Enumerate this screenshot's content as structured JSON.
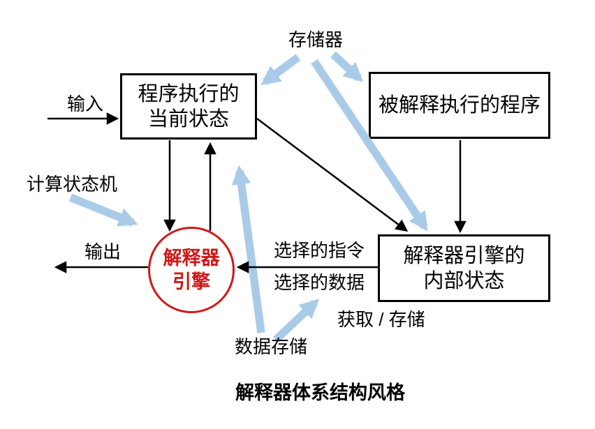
{
  "diagram": {
    "title": "解释器体系结构风格",
    "colors": {
      "engine_red": "#d01818",
      "arrow_blue": "#a9cbe8",
      "line_black": "#000000"
    },
    "nodes": {
      "current_state": {
        "label": "程序执行的\n当前状态"
      },
      "interpreted_program": {
        "label": "被解释执行的程序"
      },
      "internal_state": {
        "label": "解释器引擎的\n内部状态"
      },
      "engine": {
        "label": "解释器\n引擎"
      }
    },
    "labels": {
      "memory": "存储器",
      "input": "输入",
      "output": "输出",
      "state_machine": "计算状态机",
      "selected_instruction": "选择的指令",
      "selected_data": "选择的数据",
      "fetch_store": "获取 / 存储",
      "data_store": "数据存储"
    }
  }
}
